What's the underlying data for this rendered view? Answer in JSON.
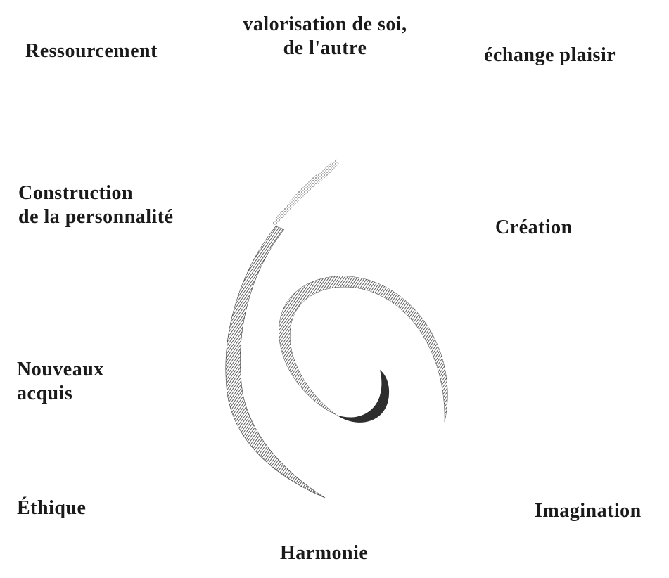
{
  "diagram": {
    "labels": {
      "ressourcement": "Ressourcement",
      "valorisation_line1": "valorisation de soi,",
      "valorisation_line2": "de l'autre",
      "echange_plaisir": "échange plaisir",
      "construction_line1": "Construction",
      "construction_line2": "de la personnalité",
      "creation": "Création",
      "nouveaux_line1": "Nouveaux",
      "nouveaux_line2": "acquis",
      "ethique": "Éthique",
      "imagination": "Imagination",
      "harmonie": "Harmonie"
    },
    "spiral_color": "#4a4a4a"
  }
}
